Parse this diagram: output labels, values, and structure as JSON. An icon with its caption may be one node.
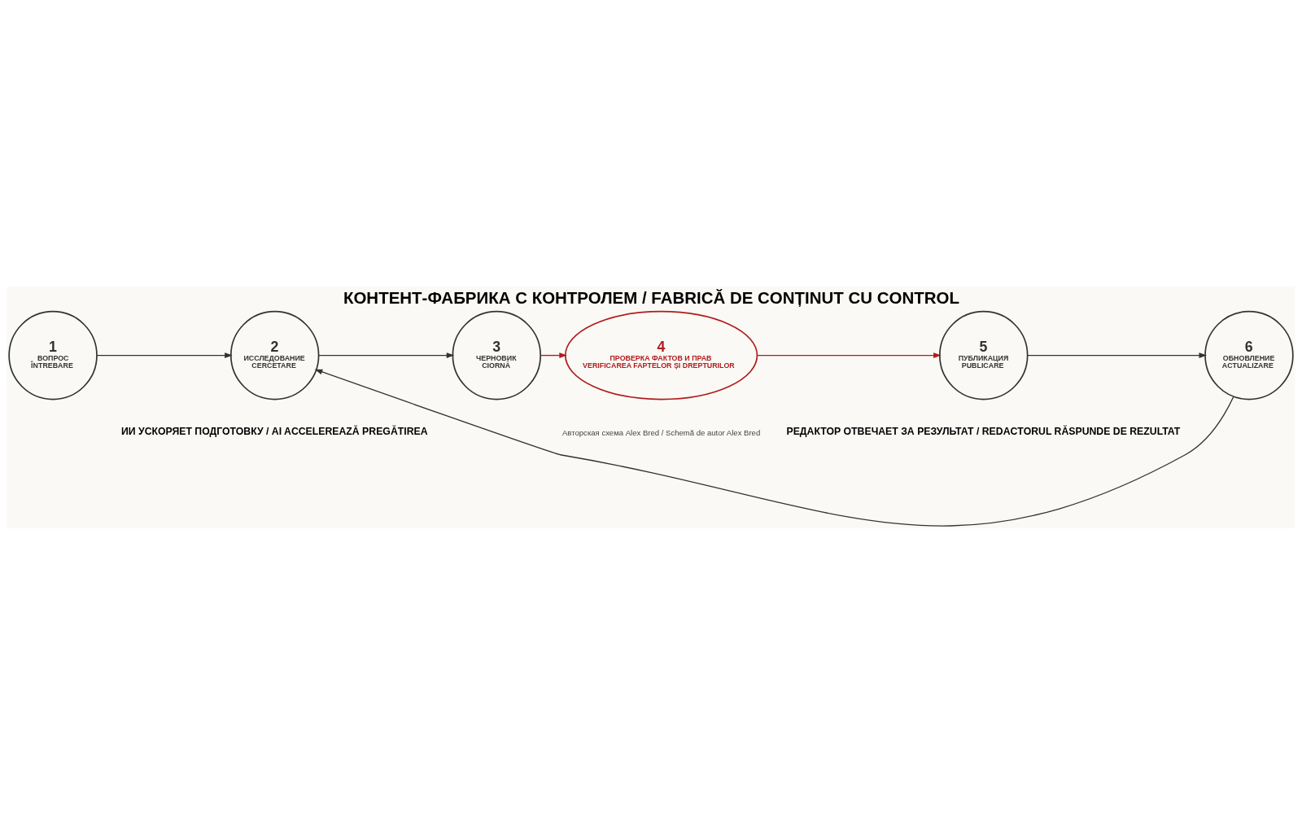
{
  "diagram": {
    "title": "КОНТЕНТ-ФАБРИКА С КОНТРОЛЕМ / FABRICĂ DE CONȚINUT CU CONTROL",
    "caption": "Авторская схема Alex Bred / Schemă de autor Alex Bred",
    "nodes": [
      {
        "text": [
          "1",
          "ВОПРОС",
          "ÎNTREBARE"
        ]
      },
      {
        "text": [
          "2",
          "ИССЛЕДОВАНИЕ",
          "CERCETARE"
        ]
      },
      {
        "text": [
          "3",
          "ЧЕРНОВИК",
          "CIORNĂ"
        ]
      },
      {
        "text": [
          "4",
          "ПРОВЕРКА ФАКТОВ И ПРАВ",
          "VERIFICAREA FAPTELOR ȘI DREPTURILOR"
        ]
      },
      {
        "text": [
          "5",
          "ПУБЛИКАЦИЯ",
          "PUBLICARE"
        ]
      },
      {
        "text": [
          "6",
          "ОБНОВЛЕНИЕ",
          "ACTUALIZARE"
        ]
      }
    ],
    "edges": [
      {
        "from": 0,
        "to": 1,
        "arrow": "to"
      },
      {
        "from": 1,
        "to": 2,
        "arrow": "to"
      },
      {
        "from": 2,
        "to": 3,
        "arrow": "to",
        "color": "#b01c1c"
      },
      {
        "from": 3,
        "to": 4,
        "arrow": "to",
        "color": "#b01c1c"
      },
      {
        "from": 4,
        "to": 5,
        "arrow": "to"
      },
      {
        "from": 5,
        "to": 1,
        "arrow": "to"
      }
    ],
    "labels": [
      "ИИ УСКОРЯЕТ ПОДГОТОВКУ / AI ACCELEREAZĂ PREGĂTIREA",
      "РЕДАКТОР ОТВЕЧАЕТ ЗА РЕЗУЛЬТАТ / REDACTORUL RĂSPUNDE DE REZULTAT"
    ]
  }
}
